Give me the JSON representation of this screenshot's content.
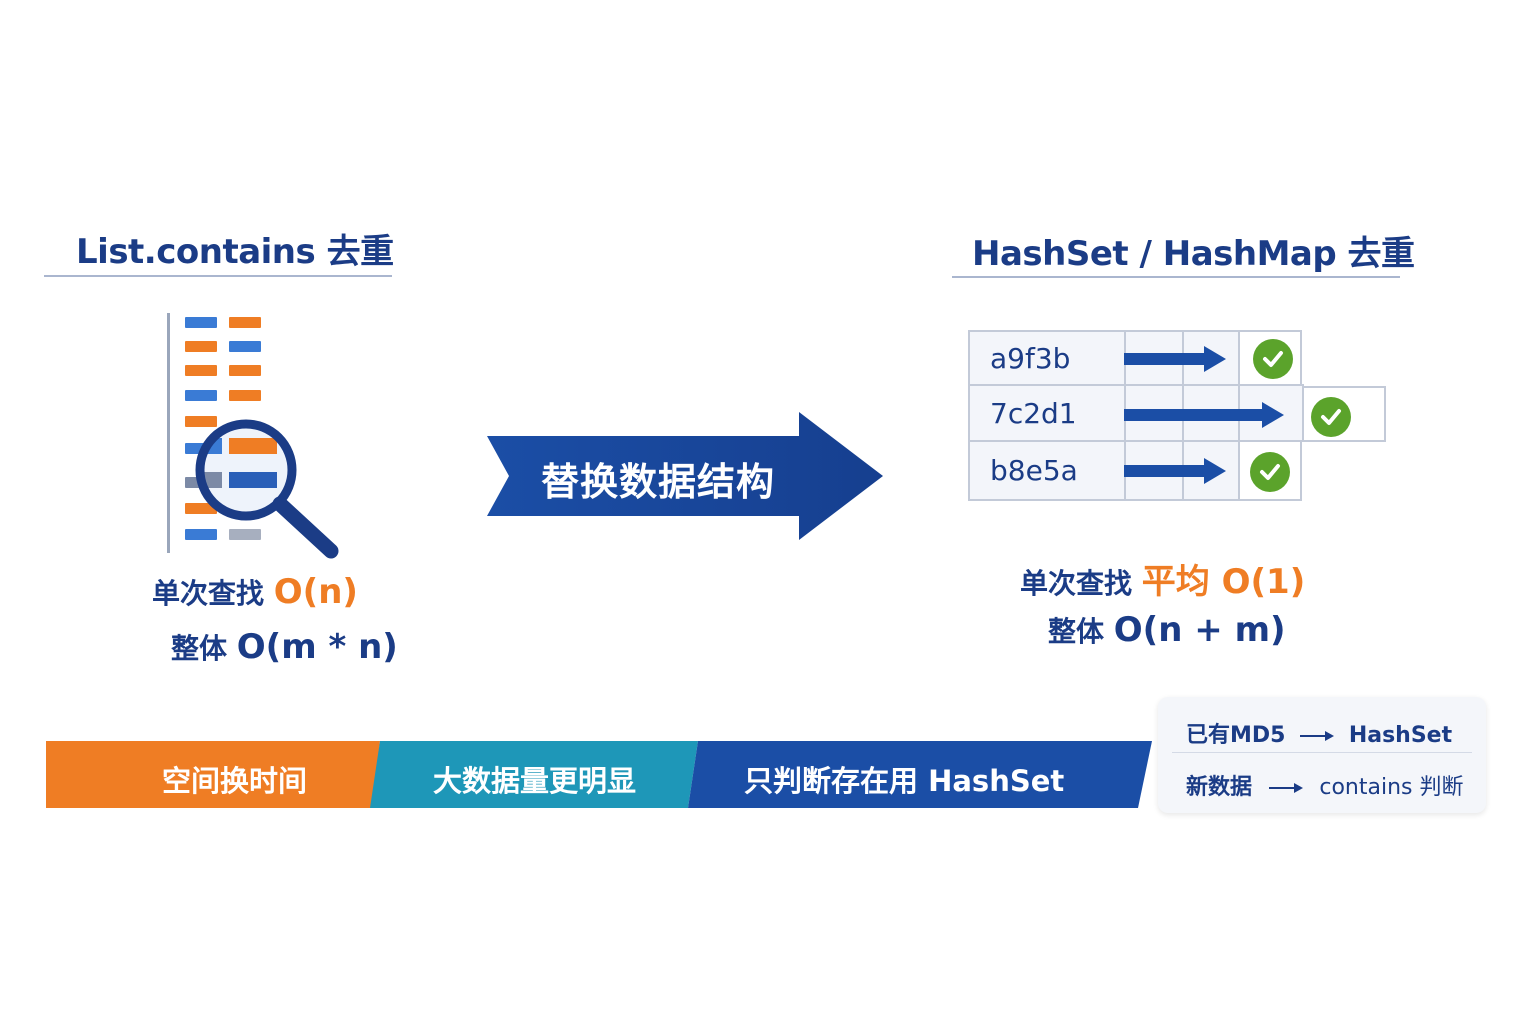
{
  "left": {
    "title": "List.contains 去重",
    "single_label": "单次查找",
    "single_value": "O(n)",
    "total_label": "整体",
    "total_value": "O(m * n)"
  },
  "center": {
    "arrow_label": "替换数据结构"
  },
  "right": {
    "title": "HashSet / HashMap 去重",
    "hash_rows": [
      {
        "key": "a9f3b"
      },
      {
        "key": "7c2d1"
      },
      {
        "key": "b8e5a"
      }
    ],
    "single_label": "单次查找",
    "single_value": "平均 O(1)",
    "total_label": "整体",
    "total_value": "O(n + m)"
  },
  "banner": {
    "segments": [
      "空间换时间",
      "大数据量更明显",
      "只判断存在用 HashSet"
    ],
    "colors": [
      "#ef7d24",
      "#1e97b8",
      "#1b4ea6"
    ]
  },
  "notes": [
    {
      "label": "已有MD5",
      "target": "HashSet"
    },
    {
      "label": "新数据",
      "target": "contains 判断"
    }
  ],
  "colors": {
    "navy": "#1b3c86",
    "orange": "#ef7d24",
    "blue": "#3a7bd5",
    "green": "#5ba32b"
  },
  "icons": {
    "magnifier": "magnifier-icon",
    "check": "check-icon",
    "arrow": "right-arrow-icon"
  }
}
